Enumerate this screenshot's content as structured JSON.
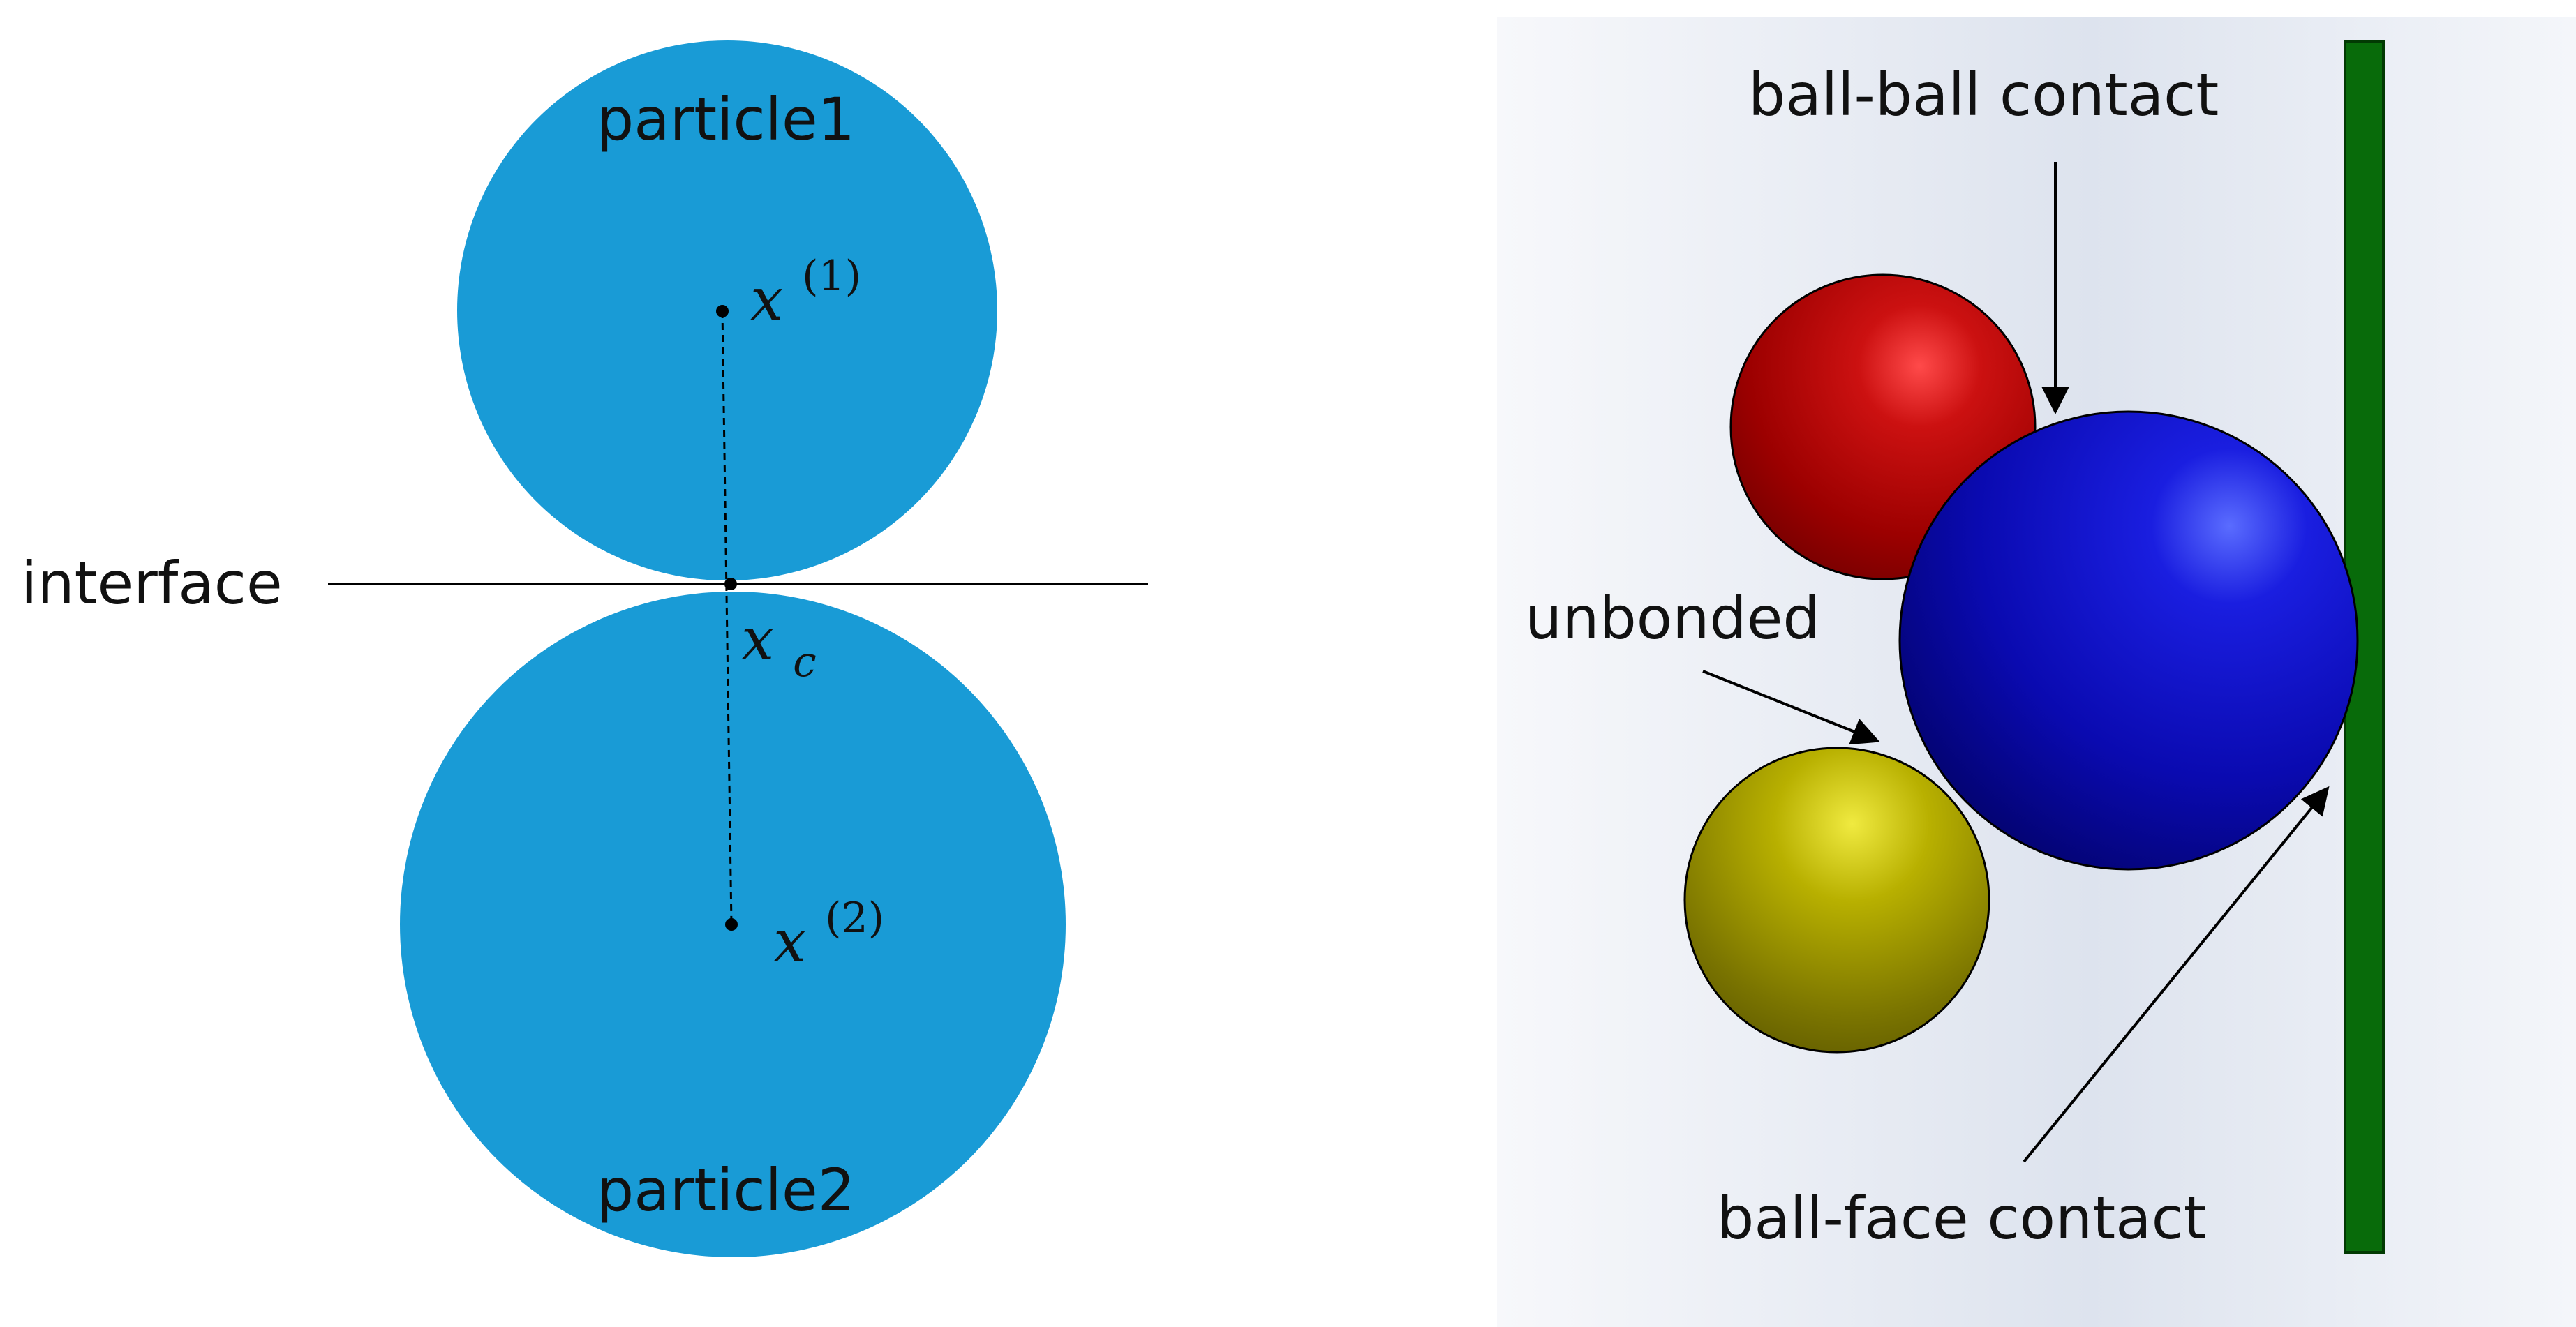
{
  "left_panel": {
    "particle1_label": "particle1",
    "particle2_label": "particle2",
    "interface_label": "interface",
    "center1": {
      "base": "x",
      "superscript": "(1)"
    },
    "center2": {
      "base": "x",
      "superscript": "(2)"
    },
    "contact_point": {
      "base": "x",
      "subscript": "c"
    },
    "particle_color": "#199bd6"
  },
  "right_panel": {
    "ball_ball_label": "ball-ball contact",
    "unbonded_label": "unbonded",
    "ball_face_label": "ball-face contact",
    "colors": {
      "red_ball": "#cc1111",
      "blue_ball": "#0a0ab0",
      "yellow_ball": "#b8b000",
      "wall": "#086b0a"
    }
  }
}
